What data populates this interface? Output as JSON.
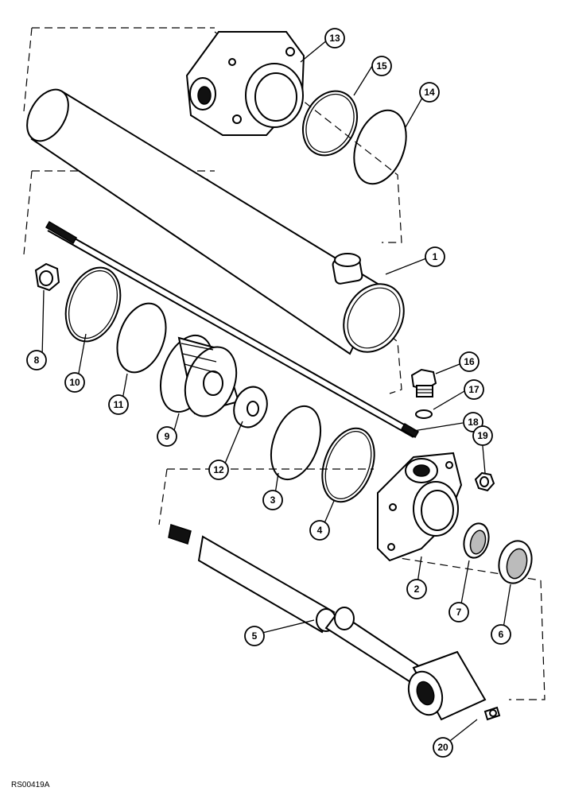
{
  "callouts": [
    "1",
    "2",
    "3",
    "4",
    "5",
    "6",
    "7",
    "8",
    "9",
    "10",
    "11",
    "12",
    "13",
    "14",
    "15",
    "16",
    "17",
    "18",
    "19",
    "20"
  ],
  "reference_code": "RS00419A"
}
